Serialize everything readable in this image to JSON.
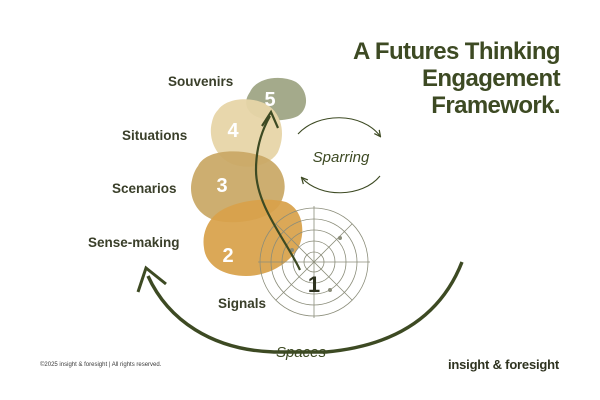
{
  "title": {
    "line1": "A Futures Thinking",
    "line2": "Engagement",
    "line3": "Framework."
  },
  "stages": [
    {
      "number": "1",
      "label": "Signals"
    },
    {
      "number": "2",
      "label": "Sense-making"
    },
    {
      "number": "3",
      "label": "Scenarios"
    },
    {
      "number": "4",
      "label": "Situations"
    },
    {
      "number": "5",
      "label": "Souvenirs"
    }
  ],
  "loops": {
    "sparring": "Sparring",
    "spaces": "Spaces"
  },
  "footer": {
    "copyright": "©2025 insight & foresight | All rights reserved.",
    "brand": "insight & foresight"
  },
  "colors": {
    "stage1": "#ffffff",
    "stage2": "#d8a14a",
    "stage3": "#c9a764",
    "stage4": "#e7d5a8",
    "stage5": "#9fa585",
    "ink": "#3d4a23"
  }
}
